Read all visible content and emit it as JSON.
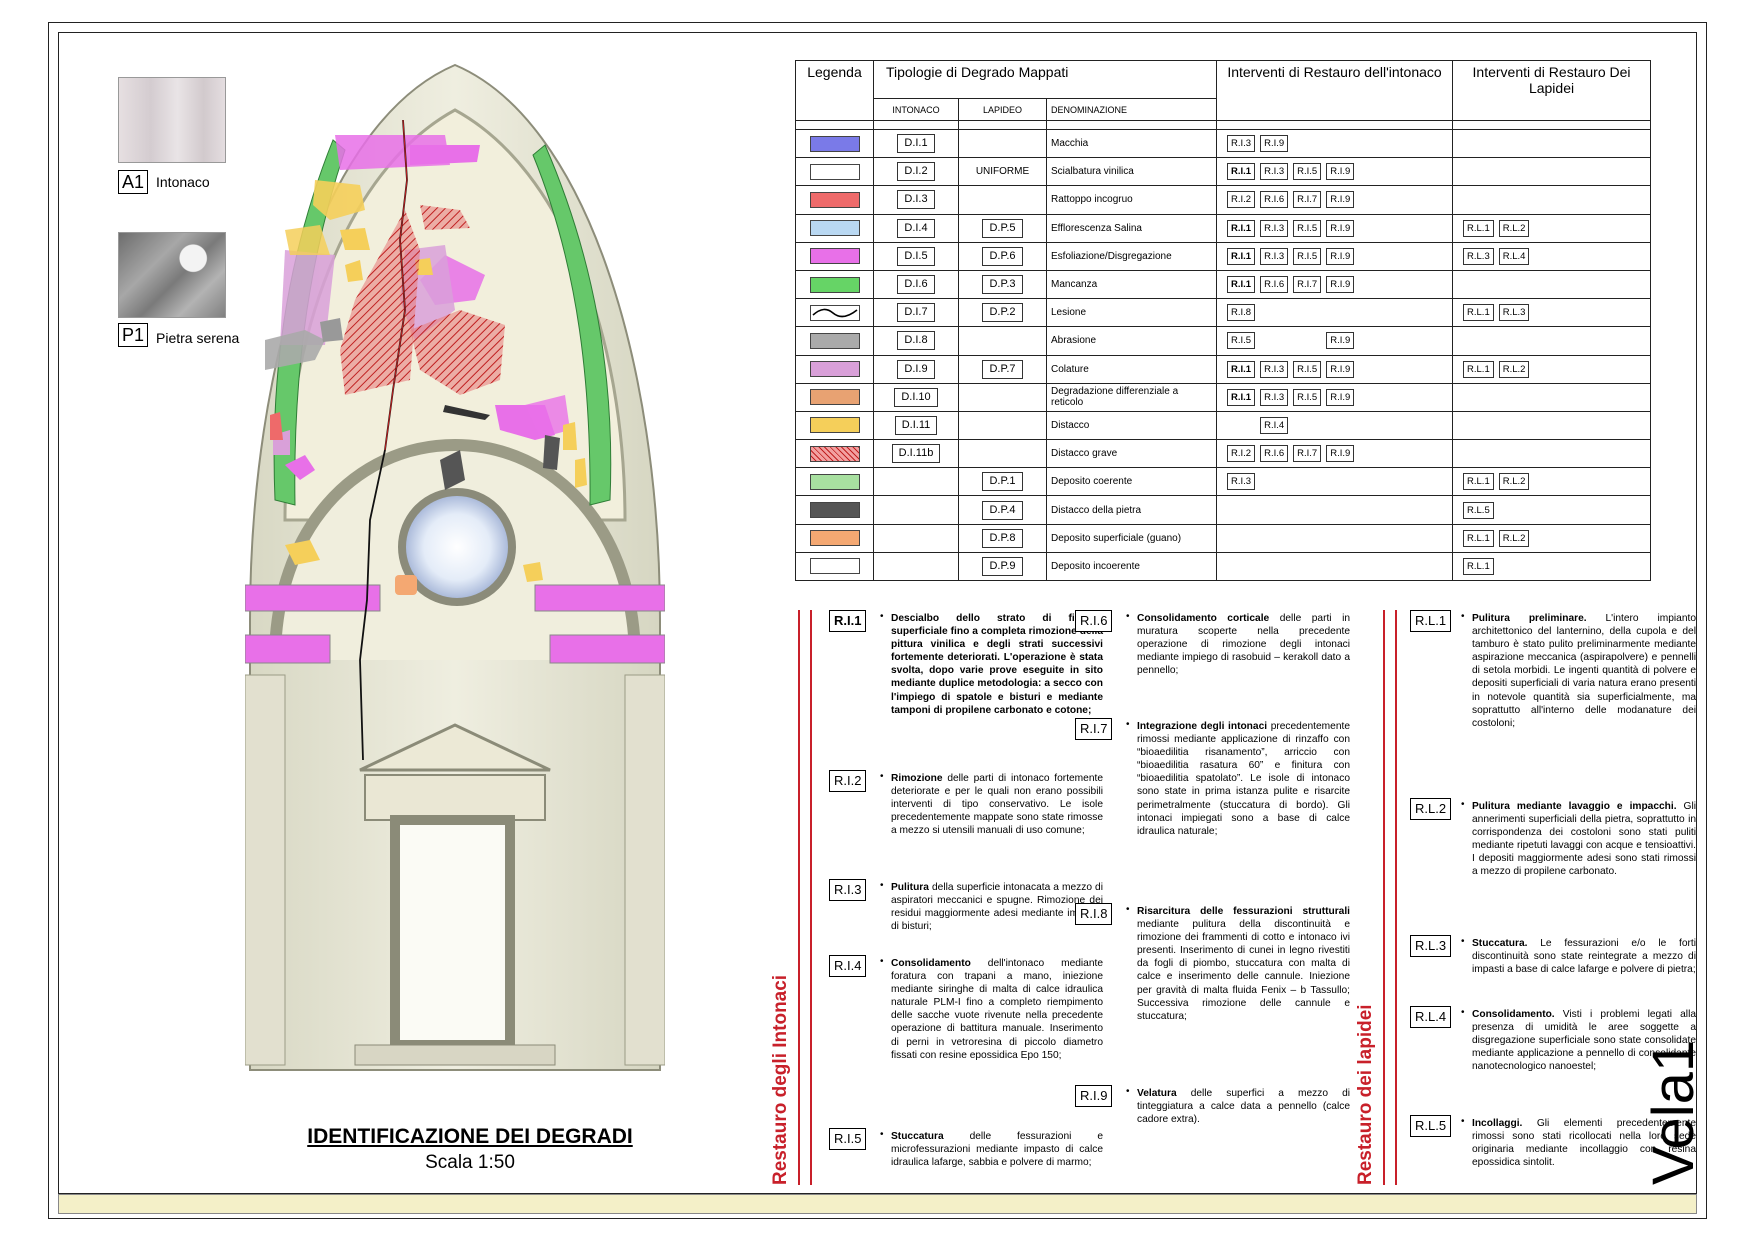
{
  "materials": [
    {
      "code": "A1",
      "name": "Intonaco"
    },
    {
      "code": "P1",
      "name": "Pietra serena"
    }
  ],
  "title": "IDENTIFICAZIONE DEI DEGRADI",
  "scale": "Scala 1:50",
  "sheet_label": "Vela1",
  "table": {
    "headers": {
      "legend": "Legenda",
      "types": "Tipologie di Degrado Mappati",
      "intonaco_interventions": "Interventi di Restauro dell'intonaco",
      "lapidei_interventions": "Interventi di Restauro Dei Lapidei"
    },
    "subheaders": {
      "intonaco": "INTONACO",
      "lapideo": "LAPIDEO",
      "denominazione": "DENOMINAZIONE"
    },
    "rows": [
      {
        "swatch": "#7a7ae8",
        "intonaco": "D.I.1",
        "lapideo": "",
        "name": "Macchia",
        "ri": [
          "R.I.3",
          "R.I.9"
        ],
        "rl": []
      },
      {
        "swatch": "#ffffff",
        "intonaco": "D.I.2",
        "lapideo": "UNIFORME",
        "name": "Scialbatura vinilica",
        "ri": [
          "R.I.1",
          "R.I.3",
          "R.I.5",
          "R.I.9"
        ],
        "rl": []
      },
      {
        "swatch": "#ee6a6a",
        "intonaco": "D.I.3",
        "lapideo": "",
        "name": "Rattoppo incogruo",
        "ri": [
          "R.I.2",
          "R.I.6",
          "R.I.7",
          "R.I.9"
        ],
        "rl": []
      },
      {
        "swatch": "#b9d8f2",
        "intonaco": "D.I.4",
        "lapideo": "D.P.5",
        "name": "Efflorescenza Salina",
        "ri": [
          "R.I.1",
          "R.I.3",
          "R.I.5",
          "R.I.9"
        ],
        "rl": [
          "R.L.1",
          "R.L.2"
        ]
      },
      {
        "swatch": "#e870e8",
        "intonaco": "D.I.5",
        "lapideo": "D.P.6",
        "name": "Esfoliazione/Disgregazione",
        "ri": [
          "R.I.1",
          "R.I.3",
          "R.I.5",
          "R.I.9"
        ],
        "rl": [
          "R.L.3",
          "R.L.4"
        ]
      },
      {
        "swatch": "#66d466",
        "intonaco": "D.I.6",
        "lapideo": "D.P.3",
        "name": "Mancanza",
        "ri": [
          "R.I.1",
          "R.I.6",
          "R.I.7",
          "R.I.9"
        ],
        "rl": []
      },
      {
        "swatch": "lesione",
        "intonaco": "D.I.7",
        "lapideo": "D.P.2",
        "name": "Lesione",
        "ri": [
          "R.I.8"
        ],
        "rl": [
          "R.L.1",
          "R.L.3"
        ]
      },
      {
        "swatch": "#aaaaaa",
        "intonaco": "D.I.8",
        "lapideo": "",
        "name": "Abrasione",
        "ri": [
          "R.I.5",
          "",
          "",
          "R.I.9"
        ],
        "rl": []
      },
      {
        "swatch": "#d9a0d9",
        "intonaco": "D.I.9",
        "lapideo": "D.P.7",
        "name": "Colature",
        "ri": [
          "R.I.1",
          "R.I.3",
          "R.I.5",
          "R.I.9"
        ],
        "rl": [
          "R.L.1",
          "R.L.2"
        ]
      },
      {
        "swatch": "#e8a272",
        "intonaco": "D.I.10",
        "lapideo": "",
        "name": "Degradazione differenziale a reticolo",
        "ri": [
          "R.I.1",
          "R.I.3",
          "R.I.5",
          "R.I.9"
        ],
        "rl": []
      },
      {
        "swatch": "#f5cf5a",
        "intonaco": "D.I.11",
        "lapideo": "",
        "name": "Distacco",
        "ri": [
          "",
          "R.I.4"
        ],
        "rl": []
      },
      {
        "swatch": "hatch",
        "intonaco": "D.I.11b",
        "lapideo": "",
        "name": "Distacco grave",
        "ri": [
          "R.I.2",
          "R.I.6",
          "R.I.7",
          "R.I.9"
        ],
        "rl": []
      },
      {
        "swatch": "#a8e0a0",
        "intonaco": "",
        "lapideo": "D.P.1",
        "name": "Deposito coerente",
        "ri": [
          "R.I.3"
        ],
        "rl": [
          "R.L.1",
          "R.L.2"
        ]
      },
      {
        "swatch": "#555555",
        "intonaco": "",
        "lapideo": "D.P.4",
        "name": "Distacco della pietra",
        "ri": [],
        "rl": [
          "R.L.5"
        ]
      },
      {
        "swatch": "#f4a872",
        "intonaco": "",
        "lapideo": "D.P.8",
        "name": "Deposito superficiale (guano)",
        "ri": [],
        "rl": [
          "R.L.1",
          "R.L.2"
        ]
      },
      {
        "swatch": "#ffffff",
        "intonaco": "",
        "lapideo": "D.P.9",
        "name": "Deposito incoerente",
        "ri": [],
        "rl": [
          "R.L.1"
        ]
      }
    ]
  },
  "sections": {
    "intonaci_label": "Restauro degli Intonaci",
    "lapidei_label": "Restauro dei lapidei"
  },
  "procedures": {
    "ri1": {
      "code": "R.I.1",
      "bold": "Descialbo dello strato di finitura superficiale fino a completa rimozione della pittura vinilica e degli strati successivi fortemente deteriorati. L'operazione è stata svolta, dopo varie prove eseguite in sito mediante duplice metodologia: a secco con l'impiego di spatole e bisturi e mediante tamponi di propilene carbonato e cotone;",
      "text": ""
    },
    "ri2": {
      "code": "R.I.2",
      "bold": "Rimozione",
      "text": " delle parti di intonaco fortemente deteriorate e per le quali non erano possibili interventi di tipo conservativo. Le isole precedentemente mappate sono state rimosse a mezzo si utensili manuali di uso comune;"
    },
    "ri3": {
      "code": "R.I.3",
      "bold": "Pulitura",
      "text": " della superficie intonacata a mezzo di aspiratori meccanici e spugne. Rimozione dei residui maggiormente adesi mediante impiego di bisturi;"
    },
    "ri4": {
      "code": "R.I.4",
      "bold": "Consolidamento",
      "text": " dell'intonaco mediante foratura con trapani a mano, iniezione mediante siringhe di malta di calce idraulica naturale PLM-I fino a completo riempimento delle sacche vuote rivenute nella precedente operazione di battitura manuale. Inserimento di perni in vetroresina di piccolo diametro fissati con resine epossidica Epo 150;"
    },
    "ri5": {
      "code": "R.I.5",
      "bold": "Stuccatura",
      "text": " delle fessurazioni e microfessurazioni mediante impasto di calce idraulica lafarge, sabbia e polvere di marmo;"
    },
    "ri6": {
      "code": "R.I.6",
      "bold": "Consolidamento corticale",
      "text": " delle parti in muratura scoperte nella precedente operazione di rimozione degli intonaci mediante impiego di rasobuid – kerakoll dato a pennello;"
    },
    "ri7": {
      "code": "R.I.7",
      "bold": "Integrazione degli intonaci",
      "text": " precedentemente rimossi mediante applicazione di rinzaffo con “bioaedilitia risanamento”, arriccio con “bioaedilitia rasatura 60” e finitura con “bioaedilitia spatolato”. Le isole di intonaco sono state in prima istanza pulite e risarcite perimetralmente (stuccatura di bordo). Gli intonaci impiegati sono a base di calce idraulica naturale;"
    },
    "ri8": {
      "code": "R.I.8",
      "bold": "Risarcitura delle fessurazioni strutturali",
      "text": " mediante pulitura della discontinuità e rimozione dei frammenti di cotto e intonaco ivi presenti. Inserimento di cunei in legno rivestiti da fogli di piombo, stuccatura con malta di calce e inserimento delle cannule. Iniezione per gravità di malta fluida Fenix – b Tassullo; Successiva rimozione delle cannule e stuccatura;"
    },
    "ri9": {
      "code": "R.I.9",
      "bold": "Velatura",
      "text": " delle superfici a mezzo di tinteggiatura a calce data a pennello (calce cadore extra)."
    },
    "rl1": {
      "code": "R.L.1",
      "bold": "Pulitura preliminare.",
      "text": " L'intero impianto architettonico del lanternino, della cupola e del tamburo è stato pulito preliminarmente mediante aspirazione meccanica (aspirapolvere) e pennelli di setola morbidi. Le ingenti quantità di polvere e depositi superficiali di varia natura erano presenti in notevole quantità sia superficialmente, ma soprattutto all'interno delle modanature dei costoloni;"
    },
    "rl2": {
      "code": "R.L.2",
      "bold": "Pulitura mediante lavaggio e impacchi.",
      "text": " Gli annerimenti superficiali della pietra, soprattutto in corrispondenza dei costoloni sono stati puliti mediante ripetuti lavaggi con acque e tensioattivi. I depositi maggiormente adesi sono stati rimossi a mezzo di propilene carbonato."
    },
    "rl3": {
      "code": "R.L.3",
      "bold": "Stuccatura.",
      "text": " Le fessurazioni e/o le forti discontinuità sono state reintegrate a mezzo di impasti a base di calce lafarge e polvere di pietra;"
    },
    "rl4": {
      "code": "R.L.4",
      "bold": "Consolidamento.",
      "text": " Visti i problemi legati alla presenza di umidità le aree soggette a disgregazione superficiale sono state consolidate mediante applicazione a pennello di consolidante nanotecnologico nanoestel;"
    },
    "rl5": {
      "code": "R.L.5",
      "bold": "Incollaggi.",
      "text": " Gli elementi precedentemente rimossi sono stati ricollocati nella loro sede originaria mediante incollaggio con resina epossidica sintolit."
    }
  },
  "colors": {
    "accent_red": "#c8202a"
  }
}
